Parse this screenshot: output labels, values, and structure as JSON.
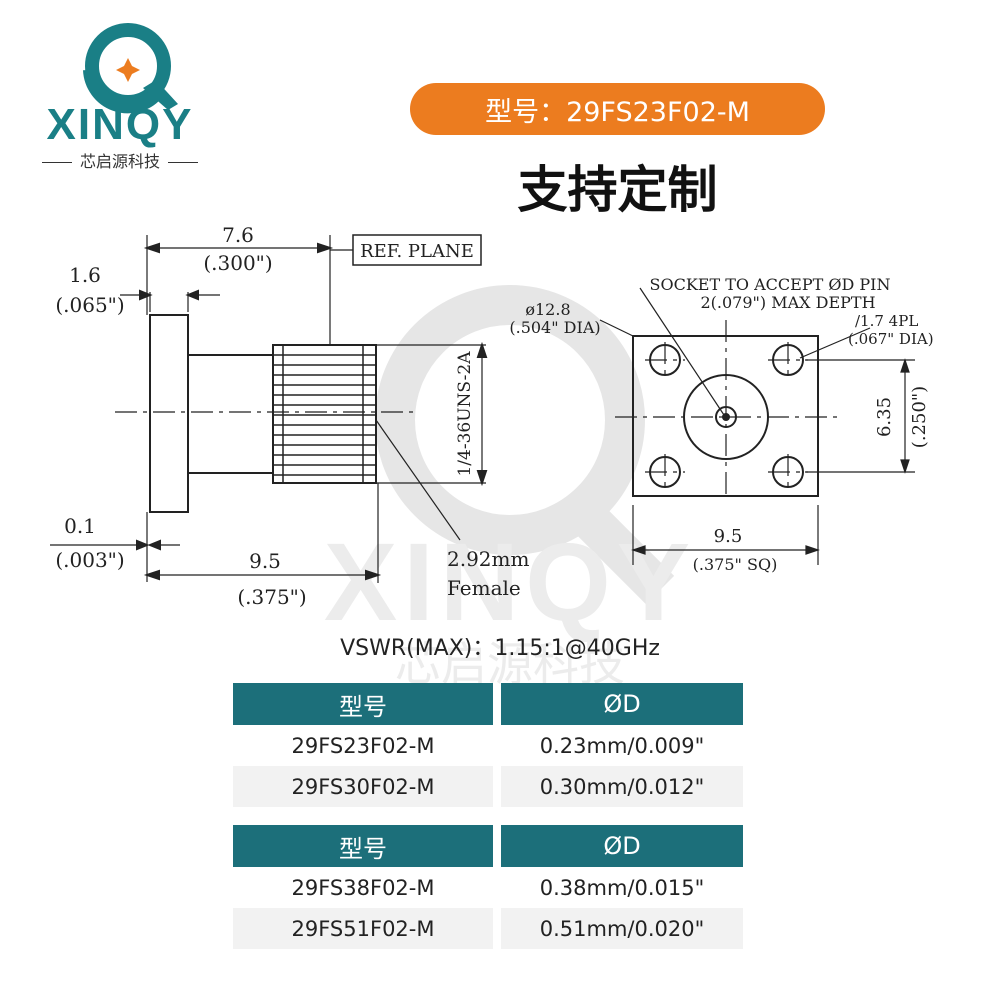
{
  "brand": {
    "name": "XINQY",
    "subtitle": "芯启源科技",
    "colors": {
      "teal": "#1a7f86",
      "orange": "#ec7c1f"
    }
  },
  "header": {
    "model_label": "型号：29FS23F02-M",
    "custom_label": "支持定制"
  },
  "drawing": {
    "side_view": {
      "dim_top": "7.6",
      "dim_top_in": "(.300\")",
      "ref_plane": "REF. PLANE",
      "dim_flange": "1.6",
      "dim_flange_in": "(.065\")",
      "thread": "1/4-36UNS-2A",
      "dim_gap": "0.1",
      "dim_gap_in": "(.003\")",
      "dim_bottom": "9.5",
      "dim_bottom_in": "(.375\")",
      "connector": "2.92mm",
      "gender": "Female"
    },
    "front_view": {
      "socket_line1": "SOCKET TO ACCEPT ØD PIN",
      "socket_line2": "2(.079\") MAX DEPTH",
      "flange_dia": "ø12.8",
      "flange_dia_in": "(.504\" DIA)",
      "hole_dia": "/1.7 4PL",
      "hole_dia_in": "(.067\" DIA)",
      "hole_spacing": "6.35",
      "hole_spacing_in": "(.250\")",
      "width": "9.5",
      "width_in": "(.375\"  SQ)"
    }
  },
  "vswr": "VSWR(MAX)：1.15:1@40GHz",
  "tables": [
    {
      "headers": [
        "型号",
        "ØD"
      ],
      "rows": [
        [
          "29FS23F02-M",
          "0.23mm/0.009\""
        ],
        [
          "29FS30F02-M",
          "0.30mm/0.012\""
        ]
      ]
    },
    {
      "headers": [
        "型号",
        "ØD"
      ],
      "rows": [
        [
          "29FS38F02-M",
          "0.38mm/0.015\""
        ],
        [
          "29FS51F02-M",
          "0.51mm/0.020\""
        ]
      ]
    }
  ]
}
